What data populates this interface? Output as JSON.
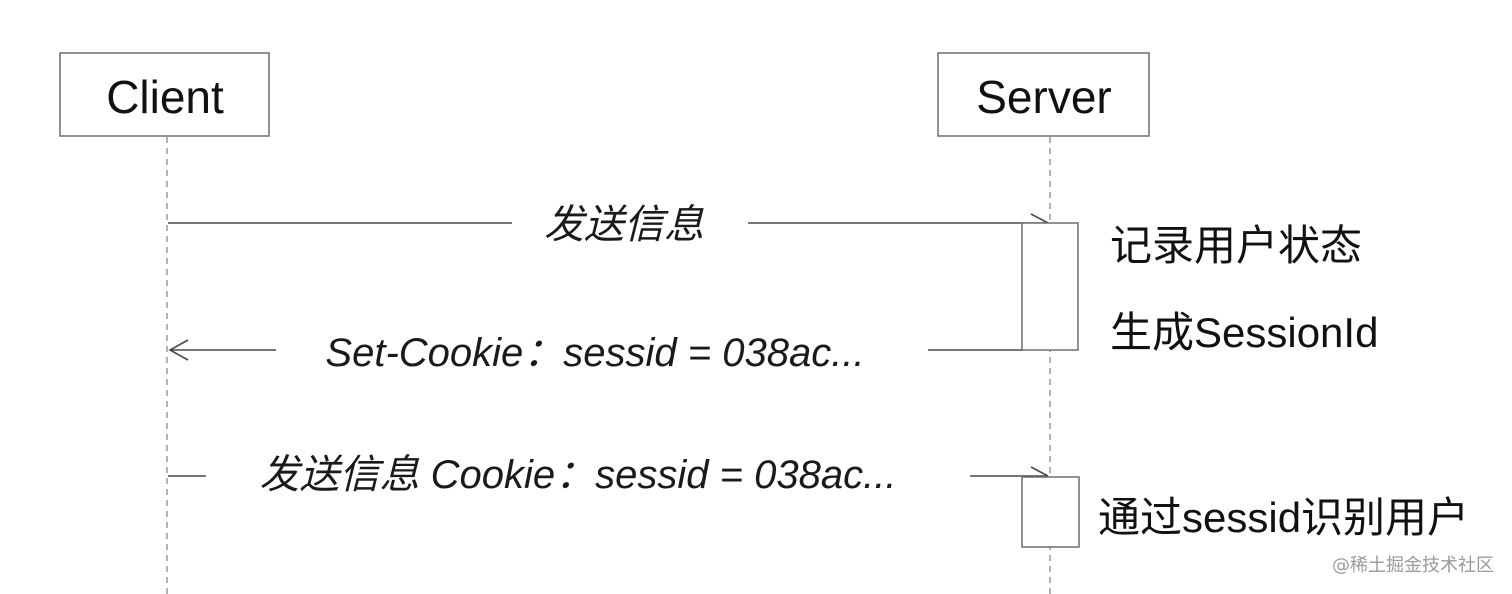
{
  "participants": {
    "client": "Client",
    "server": "Server"
  },
  "messages": [
    {
      "label": "发送信息",
      "direction": "client-to-server"
    },
    {
      "label": "Set-Cookie：sessid = 038ac...",
      "direction": "server-to-client"
    },
    {
      "label": "发送信息 Cookie：sessid = 038ac...",
      "direction": "client-to-server"
    }
  ],
  "notes": [
    "记录用户状态",
    "生成SessionId",
    "通过sessid识别用户"
  ],
  "watermark": "@稀土掘金技术社区"
}
